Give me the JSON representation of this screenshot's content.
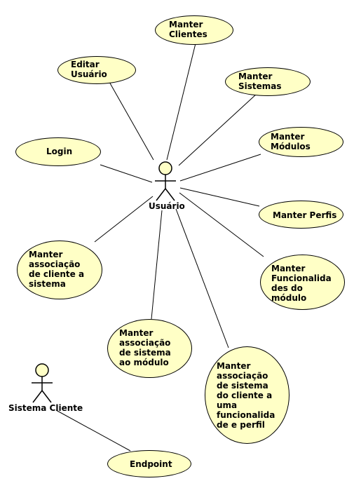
{
  "colors": {
    "usecase_fill": "#ffffc6",
    "stroke": "#000000",
    "background": "#ffffff"
  },
  "actors": {
    "usuario": {
      "name": "Usuário"
    },
    "sistema_cliente": {
      "name": "Sistema Cliente"
    }
  },
  "usecases": {
    "manter_clientes": {
      "label": "Manter\nClientes"
    },
    "editar_usuario": {
      "label": "Editar\nUsuário"
    },
    "manter_sistemas": {
      "label": "Manter\nSistemas"
    },
    "login": {
      "label": "Login"
    },
    "manter_modulos": {
      "label": "Manter\nMódulos"
    },
    "manter_perfis": {
      "label": "Manter Perfis"
    },
    "manter_assoc_cliente_sistema": {
      "label": "Manter\nassociação\nde cliente a\nsistema"
    },
    "manter_funcionalidades": {
      "label": "Manter\nFuncionalida\ndes do\nmódulo"
    },
    "manter_assoc_sistema_modulo": {
      "label": "Manter\nassociação\nde sistema\nao módulo"
    },
    "manter_assoc_sistema_cliente_func_perfil": {
      "label": "Manter\nassociação\nde sistema\ndo cliente a\numa\nfuncionalida\nde e perfil"
    },
    "endpoint": {
      "label": "Endpoint"
    }
  }
}
